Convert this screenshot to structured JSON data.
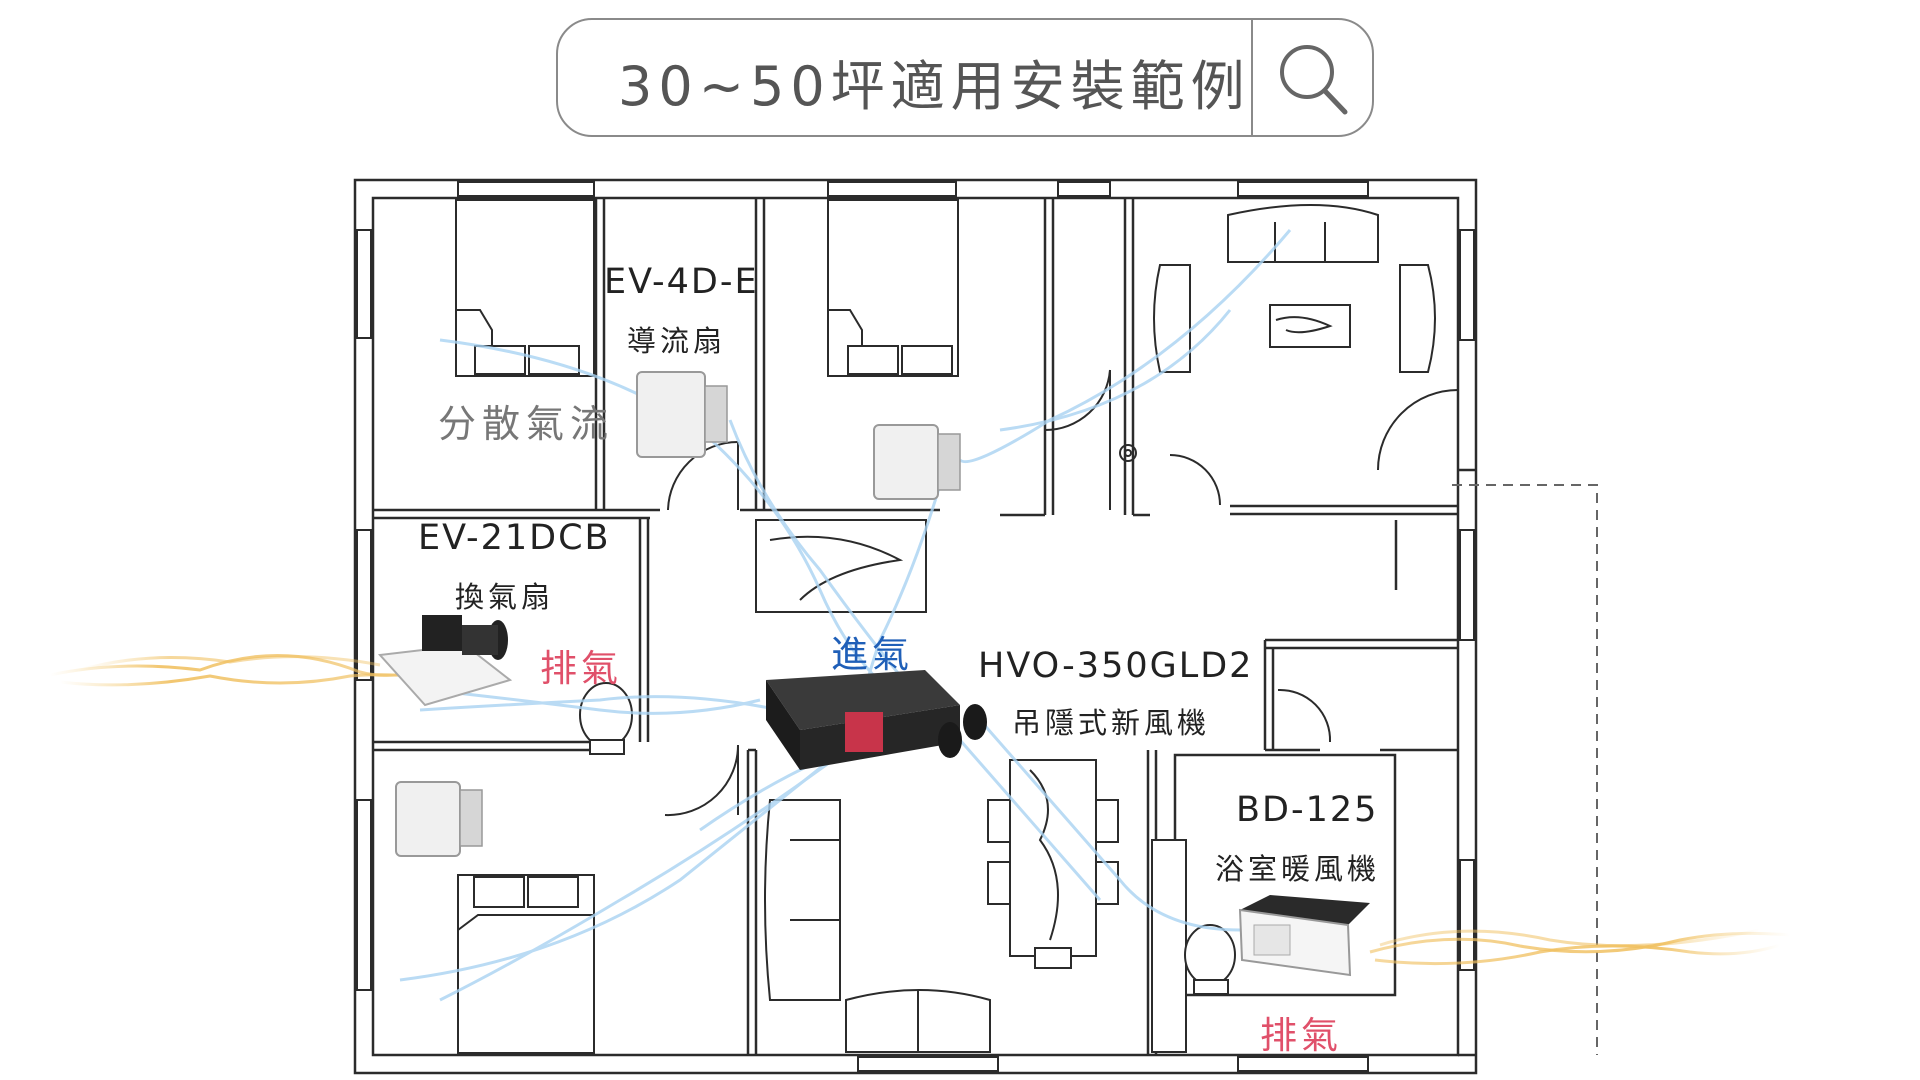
{
  "search": {
    "query": "30~50坪適用安裝範例",
    "icon": "search-icon"
  },
  "devices": {
    "ev4de": {
      "model": "EV-4D-E",
      "name": "導流扇"
    },
    "ev21dcb": {
      "model": "EV-21DCB",
      "name": "換氣扇"
    },
    "hvo": {
      "model": "HVO-350GLD2",
      "name": "吊隱式新風機"
    },
    "bd125": {
      "model": "BD-125",
      "name": "浴室暖風機"
    }
  },
  "airflow": {
    "dispersed": "分散氣流",
    "intake": "進氣",
    "exhaust_left": "排氣",
    "exhaust_right": "排氣"
  },
  "colors": {
    "exhaust_text": "#e0506a",
    "intake_text": "#1f5fb8",
    "fresh_air_stream": "#a9d3f2",
    "exhaust_stream": "#f2c770",
    "wall": "#2b2b2b"
  }
}
